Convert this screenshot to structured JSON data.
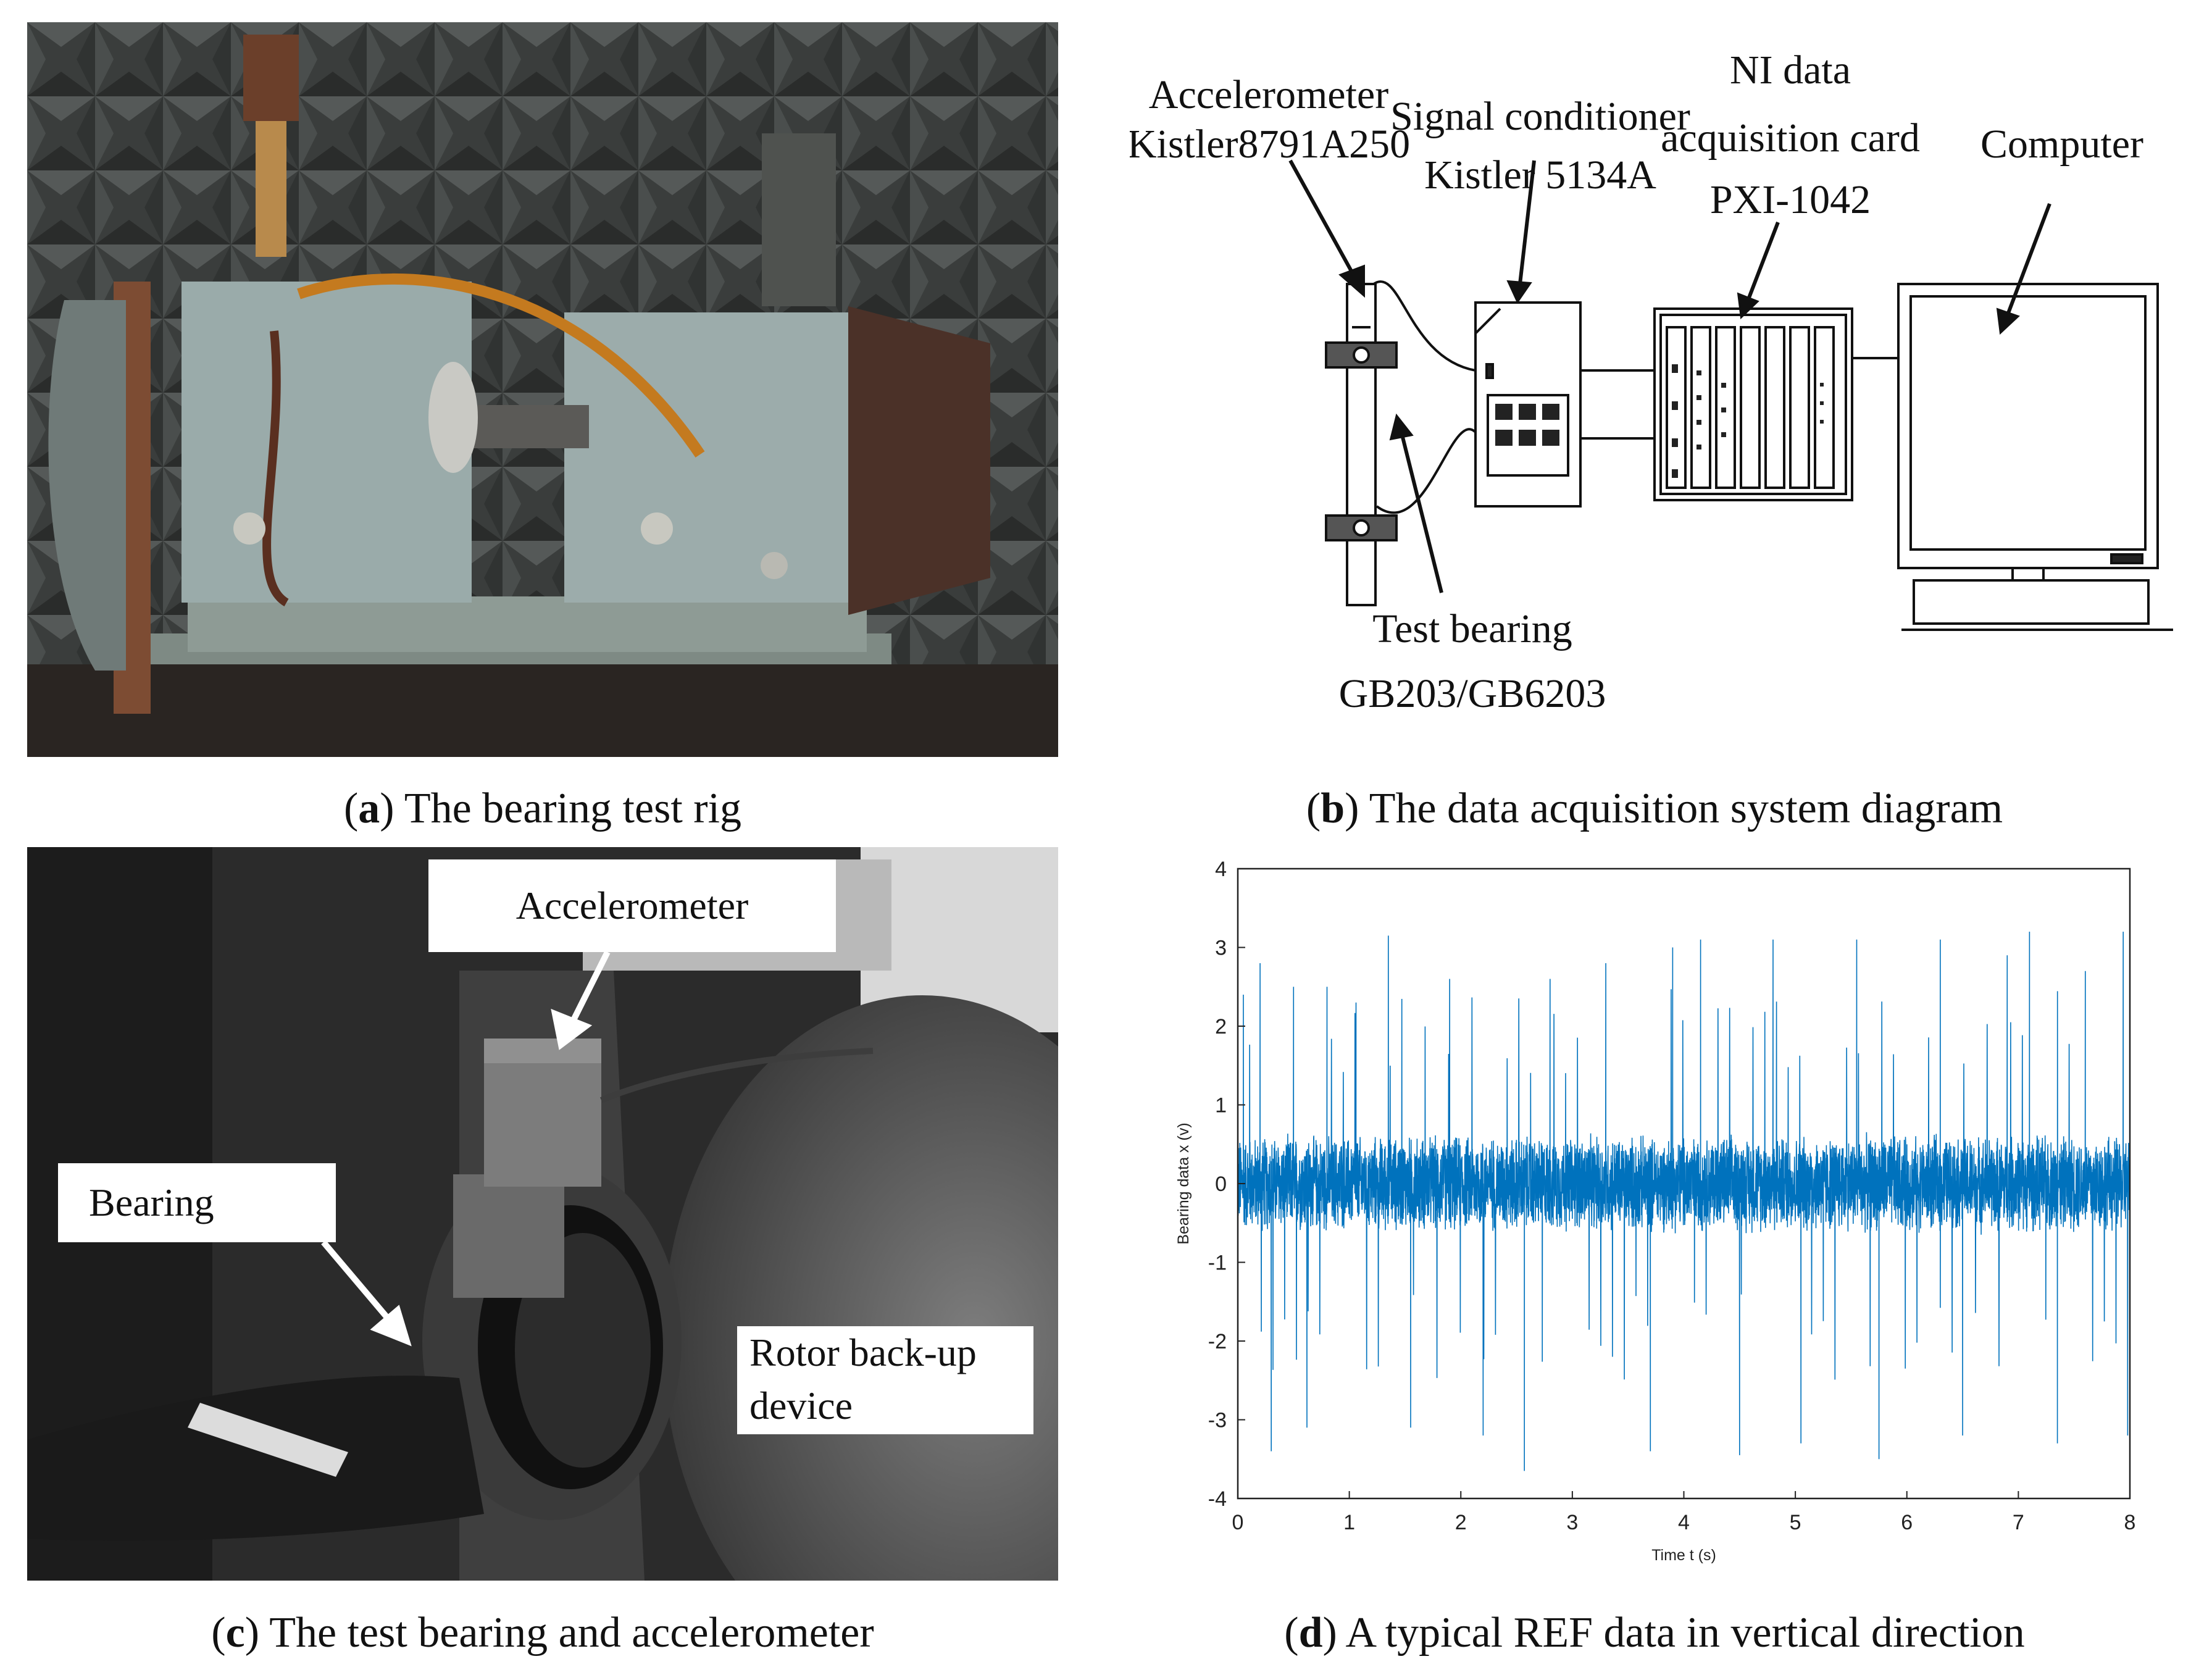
{
  "panels": {
    "a": {
      "letter": "a",
      "caption": "The bearing test rig"
    },
    "b": {
      "letter": "b",
      "caption": "The data acquisition system diagram",
      "labels": {
        "accelerometer_1": "Accelerometer",
        "accelerometer_2": "Kistler8791A250",
        "conditioner_1": "Signal conditioner",
        "conditioner_2": "Kistler 5134A",
        "ni_1": "NI data",
        "ni_2": "acquisition card",
        "ni_3": "PXI-1042",
        "computer": "Computer",
        "bearing_1": "Test bearing",
        "bearing_2": "GB203/GB6203"
      }
    },
    "c": {
      "letter": "c",
      "caption": "The test bearing and accelerometer",
      "labels": {
        "accelerometer": "Accelerometer",
        "bearing": "Bearing",
        "rotor_1": "Rotor back-up",
        "rotor_2": "device"
      }
    },
    "d": {
      "letter": "d",
      "caption": "A typical REF data in vertical direction"
    }
  },
  "chart_data": {
    "type": "line",
    "xlabel": "Time t (s)",
    "ylabel": "Bearing data x (v)",
    "xlim": [
      0,
      8
    ],
    "ylim": [
      -4,
      4
    ],
    "xticks": [
      0,
      1,
      2,
      3,
      4,
      5,
      6,
      7,
      8
    ],
    "yticks": [
      -4,
      -3,
      -2,
      -1,
      0,
      1,
      2,
      3,
      4
    ],
    "grid": false,
    "series": [
      {
        "color": "#0072BD",
        "noise_band": 0.55,
        "impulse_period_s": 0.105,
        "peaks": [
          {
            "x": 0.05,
            "y": 2.4
          },
          {
            "x": 0.2,
            "y": 2.8
          },
          {
            "x": 0.3,
            "y": -3.4
          },
          {
            "x": 0.5,
            "y": 2.5
          },
          {
            "x": 0.62,
            "y": -3.1
          },
          {
            "x": 0.8,
            "y": 2.5
          },
          {
            "x": 1.06,
            "y": 2.3
          },
          {
            "x": 1.35,
            "y": 3.15
          },
          {
            "x": 1.55,
            "y": -3.1
          },
          {
            "x": 1.9,
            "y": 2.6
          },
          {
            "x": 2.2,
            "y": -3.2
          },
          {
            "x": 2.57,
            "y": -3.65
          },
          {
            "x": 2.8,
            "y": 2.6
          },
          {
            "x": 3.3,
            "y": 2.8
          },
          {
            "x": 3.7,
            "y": -3.4
          },
          {
            "x": 3.9,
            "y": 3.0
          },
          {
            "x": 4.15,
            "y": 3.1
          },
          {
            "x": 4.5,
            "y": -3.45
          },
          {
            "x": 4.8,
            "y": 3.1
          },
          {
            "x": 5.05,
            "y": -3.3
          },
          {
            "x": 5.55,
            "y": 3.1
          },
          {
            "x": 5.75,
            "y": -3.5
          },
          {
            "x": 6.3,
            "y": 3.1
          },
          {
            "x": 6.5,
            "y": -3.2
          },
          {
            "x": 6.9,
            "y": 2.9
          },
          {
            "x": 7.1,
            "y": 3.2
          },
          {
            "x": 7.35,
            "y": -3.3
          },
          {
            "x": 7.6,
            "y": 2.7
          },
          {
            "x": 7.94,
            "y": 3.2
          },
          {
            "x": 7.98,
            "y": -3.2
          }
        ]
      }
    ]
  },
  "colors": {
    "signal": "#0072BD",
    "rig_paint": "#8fa0a0",
    "foam": "#3b3b3b"
  }
}
